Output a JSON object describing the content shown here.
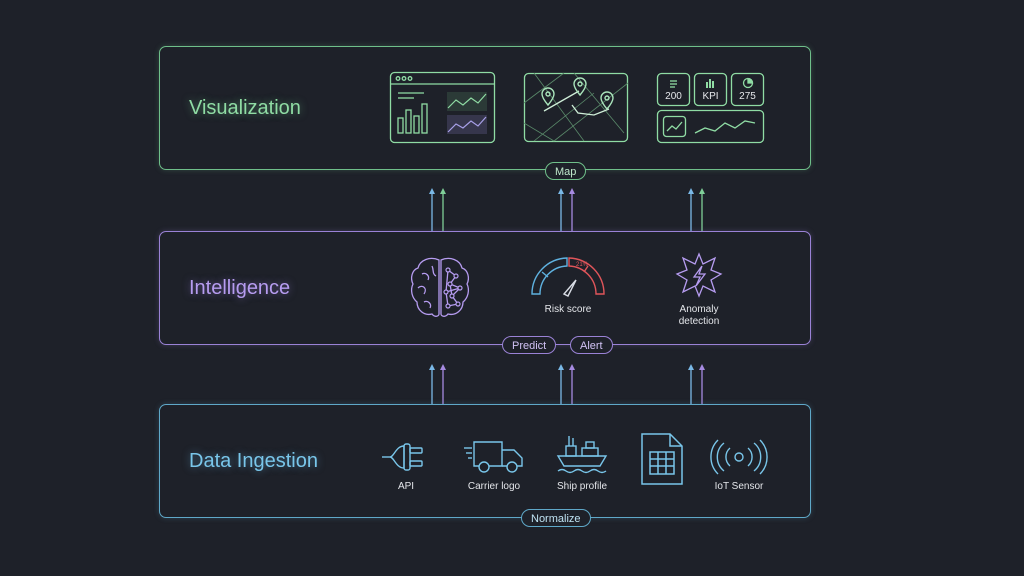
{
  "layers": {
    "visualization": {
      "title": "Visualization",
      "connector_label": "Map",
      "color": "#6fbf8a",
      "widgets": {
        "dashboard": "dashboard-chart-icon",
        "map": "map-pins-icon",
        "kpi_tiles": [
          {
            "icon": "list-icon",
            "value": "200"
          },
          {
            "icon": "bar-chart-icon",
            "value": "KPI"
          },
          {
            "icon": "pie-chart-icon",
            "value": "275"
          }
        ],
        "trend": "trend-line-icon"
      }
    },
    "intelligence": {
      "title": "Intelligence",
      "color": "#9a82d6",
      "connector_labels": [
        "Predict",
        "Alert"
      ],
      "items": [
        {
          "icon": "brain-network-icon",
          "label": ""
        },
        {
          "icon": "risk-gauge-icon",
          "label": "Risk score",
          "gauge_value": "21%"
        },
        {
          "icon": "anomaly-burst-icon",
          "label": "Anomaly detection"
        }
      ]
    },
    "data_ingestion": {
      "title": "Data Ingestion",
      "color": "#5fa8c8",
      "connector_label": "Normalize",
      "sources": [
        {
          "icon": "plug-icon",
          "label": "API"
        },
        {
          "icon": "truck-icon",
          "label": "Carrier logo"
        },
        {
          "icon": "ship-icon",
          "label": "Ship profile"
        },
        {
          "icon": "spreadsheet-icon",
          "label": ""
        },
        {
          "icon": "wireless-sensor-icon",
          "label": "IoT Sensor"
        }
      ]
    }
  },
  "colors": {
    "background": "#1e2129",
    "alert_red": "#e0555a",
    "arrow_blue": "#7ab8e6"
  }
}
